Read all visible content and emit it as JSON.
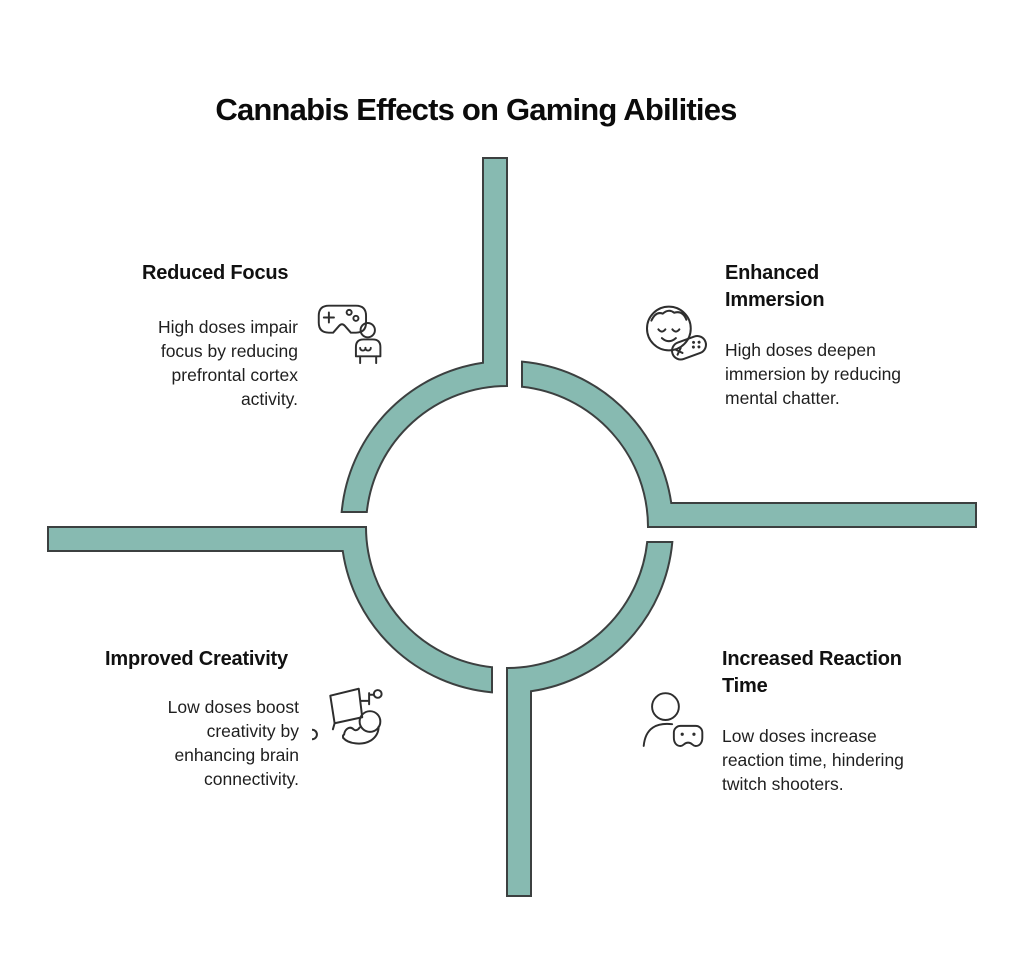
{
  "title": "Cannabis Effects on Gaming Abilities",
  "colors": {
    "accent": "#87BAB1",
    "outline": "#3C4040",
    "text": "#1F1F1F"
  },
  "quadrants": [
    {
      "id": "reduced-focus",
      "heading_lines": [
        "Reduced Focus"
      ],
      "body_lines": [
        "High doses impair",
        "focus by reducing",
        "prefrontal cortex",
        "activity."
      ],
      "icon": "gamepad-sitting-person-icon"
    },
    {
      "id": "enhanced-immersion",
      "heading_lines": [
        "Enhanced",
        "Immersion"
      ],
      "body_lines": [
        "High doses deepen",
        "immersion by reducing",
        "mental chatter."
      ],
      "icon": "happy-face-gamepad-icon"
    },
    {
      "id": "improved-creativity",
      "heading_lines": [
        "Improved Creativity"
      ],
      "body_lines": [
        "Low doses boost",
        "creativity by",
        "enhancing brain",
        "connectivity."
      ],
      "icon": "canvas-node-hand-icon"
    },
    {
      "id": "increased-reaction-time",
      "heading_lines": [
        "Increased Reaction",
        "Time"
      ],
      "body_lines": [
        "Low doses increase",
        "reaction time, hindering",
        "twitch shooters."
      ],
      "icon": "person-gamepad-icon"
    }
  ]
}
